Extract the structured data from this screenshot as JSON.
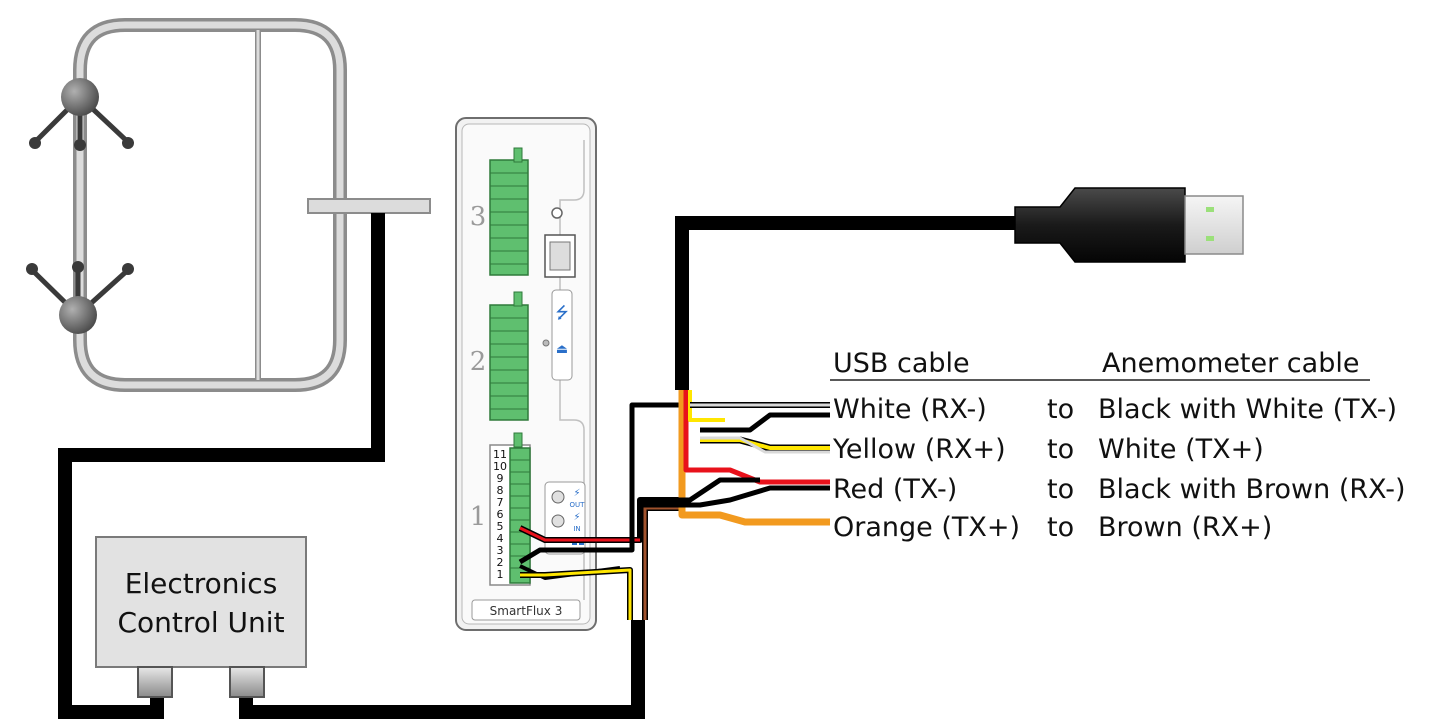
{
  "device": {
    "label": "SmartFlux 3",
    "port_labels": [
      "3",
      "2",
      "1"
    ],
    "pin_numbers": [
      "11",
      "10",
      "9",
      "8",
      "7",
      "6",
      "5",
      "4",
      "3",
      "2",
      "1"
    ],
    "status_labels": [
      "OUT",
      "IN"
    ]
  },
  "ecu": {
    "line1": "Electronics",
    "line2": "Control Unit"
  },
  "table": {
    "header_left": "USB cable",
    "header_right": "Anemometer cable",
    "rows": [
      {
        "usb": "White (RX-)",
        "to": "to",
        "anem": "Black with White (TX-)"
      },
      {
        "usb": "Yellow (RX+)",
        "to": "to",
        "anem": "White (TX+)"
      },
      {
        "usb": "Red (TX-)",
        "to": "to",
        "anem": "Black with Brown (RX-)"
      },
      {
        "usb": "Orange (TX+)",
        "to": "to",
        "anem": "Brown (RX+)"
      }
    ]
  },
  "colors": {
    "black_cable": "#000000",
    "white_wire": "#d9d9d9",
    "yellow_wire": "#ffe600",
    "red_wire": "#e8111b",
    "orange_wire": "#f29a1f",
    "brown_wire": "#a0522d",
    "terminal_green": "#5fbf6f",
    "ecu_fill": "#e2e2e2",
    "frame_gray": "#9a9a9a"
  }
}
